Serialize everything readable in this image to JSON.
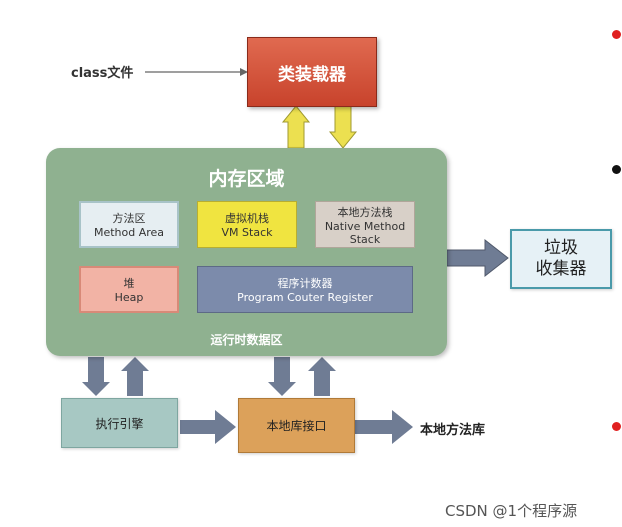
{
  "input_label": "class文件",
  "class_loader": "类装载器",
  "memory_area": {
    "title": "内存区域",
    "subtitle": "运行时数据区",
    "method_area": {
      "zh": "方法区",
      "en": "Method Area"
    },
    "vm_stack": {
      "zh": "虚拟机栈",
      "en": "VM Stack"
    },
    "native_stack": {
      "zh": "本地方法栈",
      "en": "Native Method Stack"
    },
    "heap": {
      "zh": "堆",
      "en": "Heap"
    },
    "pc_register": {
      "zh": "程序计数器",
      "en": "Program Couter Register"
    }
  },
  "gc": "垃圾\n收集器",
  "exec_engine": "执行引擎",
  "native_interface": "本地库接口",
  "native_lib": "本地方法库",
  "watermark": "CSDN @1个程序源",
  "colors": {
    "accent_dot_red": "#e02020",
    "accent_dot_black": "#111111"
  }
}
